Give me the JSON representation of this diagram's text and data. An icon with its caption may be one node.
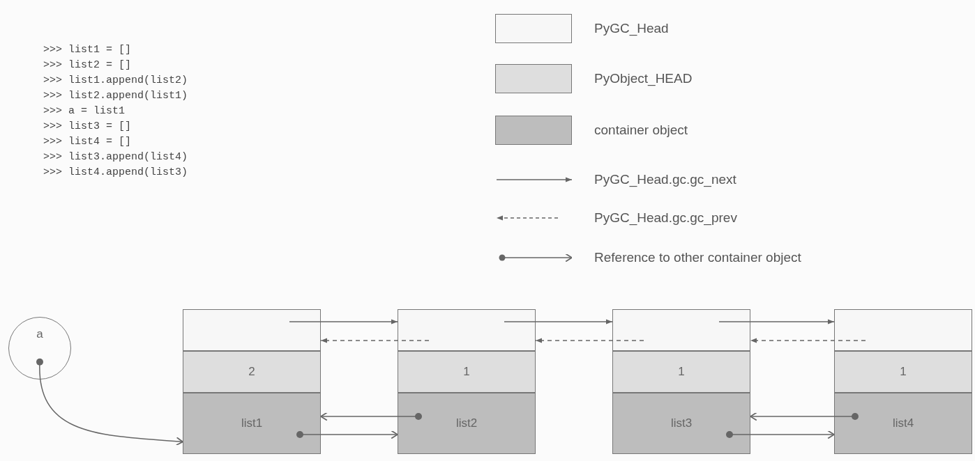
{
  "diagram": {
    "nodes": [
      {
        "text": [
          "a"
        ]
      },
      {
        "text": [],
        "shape": "box"
      },
      {
        "text": [
          "2"
        ]
      },
      {
        "text": [
          "list1"
        ]
      },
      {
        "text": [],
        "shape": "box"
      },
      {
        "text": [
          "1"
        ]
      },
      {
        "text": [
          "list2"
        ]
      },
      {
        "text": [],
        "shape": "box"
      },
      {
        "text": [
          "1"
        ]
      },
      {
        "text": [
          "list3"
        ]
      },
      {
        "text": [],
        "shape": "box"
      },
      {
        "text": [
          "1"
        ]
      },
      {
        "text": [
          "list4"
        ]
      }
    ],
    "edges": [
      {
        "from": 0,
        "to": 3,
        "arrow": "to"
      },
      {
        "from": 1,
        "to": 4,
        "arrow": "to"
      },
      {
        "from": 4,
        "to": 1,
        "arrow": "to",
        "style": "dashed"
      },
      {
        "from": 4,
        "to": 7,
        "arrow": "to"
      },
      {
        "from": 7,
        "to": 4,
        "arrow": "to",
        "style": "dashed"
      },
      {
        "from": 7,
        "to": 10,
        "arrow": "to"
      },
      {
        "from": 10,
        "to": 7,
        "arrow": "to",
        "style": "dashed"
      },
      {
        "from": 6,
        "to": 3,
        "arrow": "to"
      },
      {
        "from": 3,
        "to": 6,
        "arrow": "to"
      },
      {
        "from": 12,
        "to": 9,
        "arrow": "to"
      },
      {
        "from": 9,
        "to": 12,
        "arrow": "to"
      }
    ],
    "labels": [
      ">>> list1 = []",
      ">>> list2 = []",
      ">>> list1.append(list2)",
      ">>> list2.append(list1)",
      ">>> a = list1",
      ">>> list3 = []",
      ">>> list4 = []",
      ">>> list3.append(list4)",
      ">>> list4.append(list3)"
    ],
    "legend": [
      {
        "text": "PyGC_Head",
        "color": "#f7f7f7"
      },
      {
        "text": "PyObject_HEAD",
        "color": "#dedede"
      },
      {
        "text": "container object",
        "color": "#bdbdbd"
      },
      {
        "text": "PyGC_Head.gc.gc_next"
      },
      {
        "text": "PyGC_Head.gc.gc_prev"
      },
      {
        "text": "Reference to other container object"
      }
    ]
  }
}
